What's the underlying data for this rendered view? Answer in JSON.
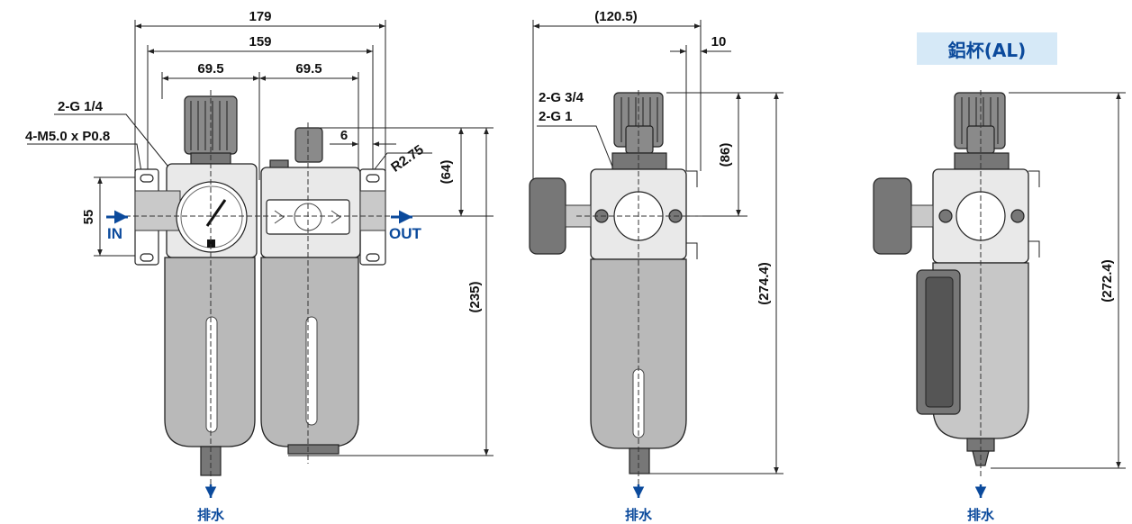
{
  "views": {
    "front": {
      "dims": {
        "overall_width": "179",
        "mount_width": "159",
        "unit_left_width": "69.5",
        "unit_right_width": "69.5",
        "ports": "2-G 1/4",
        "mount_holes": "4-M5.0 x P0.8",
        "bracket_offset": "6",
        "bracket_radius": "R2.75",
        "top_to_center": "(64)",
        "mount_height": "55",
        "center_to_bottom": "(235)"
      },
      "flow_in": "IN",
      "flow_out": "OUT",
      "drain": "排水"
    },
    "side": {
      "dims": {
        "overall_depth": "(120.5)",
        "bracket_offset": "10",
        "ports_a": "2-G 3/4",
        "ports_b": "2-G 1",
        "top_to_center": "(86)",
        "overall_height": "(274.4)"
      },
      "drain": "排水"
    },
    "aluminum": {
      "label": "鋁杯(AL)",
      "dims": {
        "overall_height": "(272.4)"
      },
      "drain": "排水"
    }
  },
  "colors": {
    "flow_blue": "#0b4a9c",
    "label_bg": "#d6e9f7",
    "bowl_gray": "#b9b9b9",
    "body_gray": "#e9e9e9"
  }
}
